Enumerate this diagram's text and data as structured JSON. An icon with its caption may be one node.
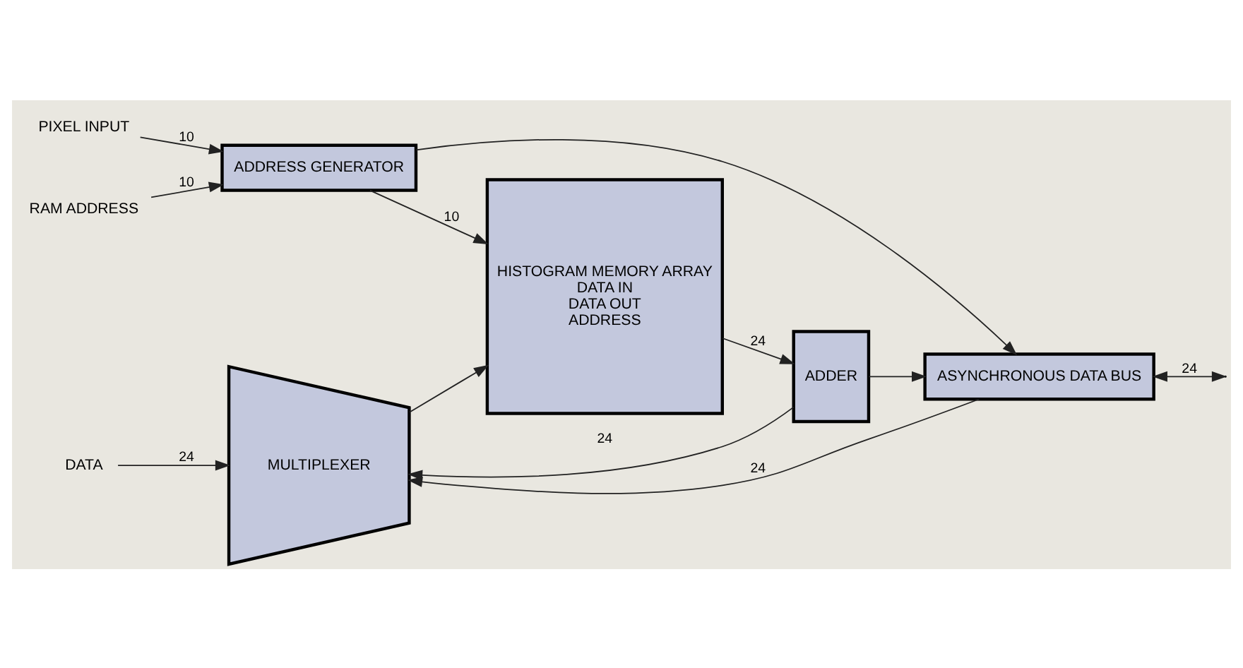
{
  "diagram": {
    "nodes": [
      {
        "text": [
          "DATA"
        ]
      },
      {
        "text": [
          "PIXEL INPUT"
        ]
      },
      {
        "text": [
          "RAM ADDRESS"
        ]
      },
      {
        "text": [
          "MULTIPLEXER"
        ]
      },
      {
        "text": [
          "ADDRESS GENERATOR"
        ]
      },
      {
        "text": [
          "HISTOGRAM MEMORY ARRAY",
          "DATA IN",
          "DATA OUT",
          "ADDRESS"
        ]
      },
      {
        "text": [
          "ADDER"
        ]
      },
      {
        "text": [
          "ASYNCHRONOUS DATA BUS"
        ]
      }
    ],
    "edges": [
      {
        "from": 0,
        "to": 3,
        "arrow": "to",
        "label": "24"
      },
      {
        "from": 7,
        "to": 3,
        "arrow": "to",
        "label": "24"
      },
      {
        "from": 6,
        "to": 3,
        "arrow": "to",
        "label": "24"
      },
      {
        "from": 3,
        "to": 5,
        "arrow": "to"
      },
      {
        "from": 1,
        "to": 4,
        "arrow": "to",
        "label": "10"
      },
      {
        "from": 2,
        "to": 4,
        "arrow": "to",
        "label": "10"
      },
      {
        "from": 4,
        "to": 5,
        "arrow": "to",
        "label": "10"
      },
      {
        "from": 5,
        "to": 6,
        "arrow": "to",
        "label": "24"
      },
      {
        "from": 6,
        "to": 7,
        "arrow": "to"
      },
      {
        "from": 4,
        "to": 7,
        "arrow": "to"
      },
      {
        "from": 7,
        "to": null,
        "arrow": "both",
        "label": "24"
      }
    ]
  }
}
